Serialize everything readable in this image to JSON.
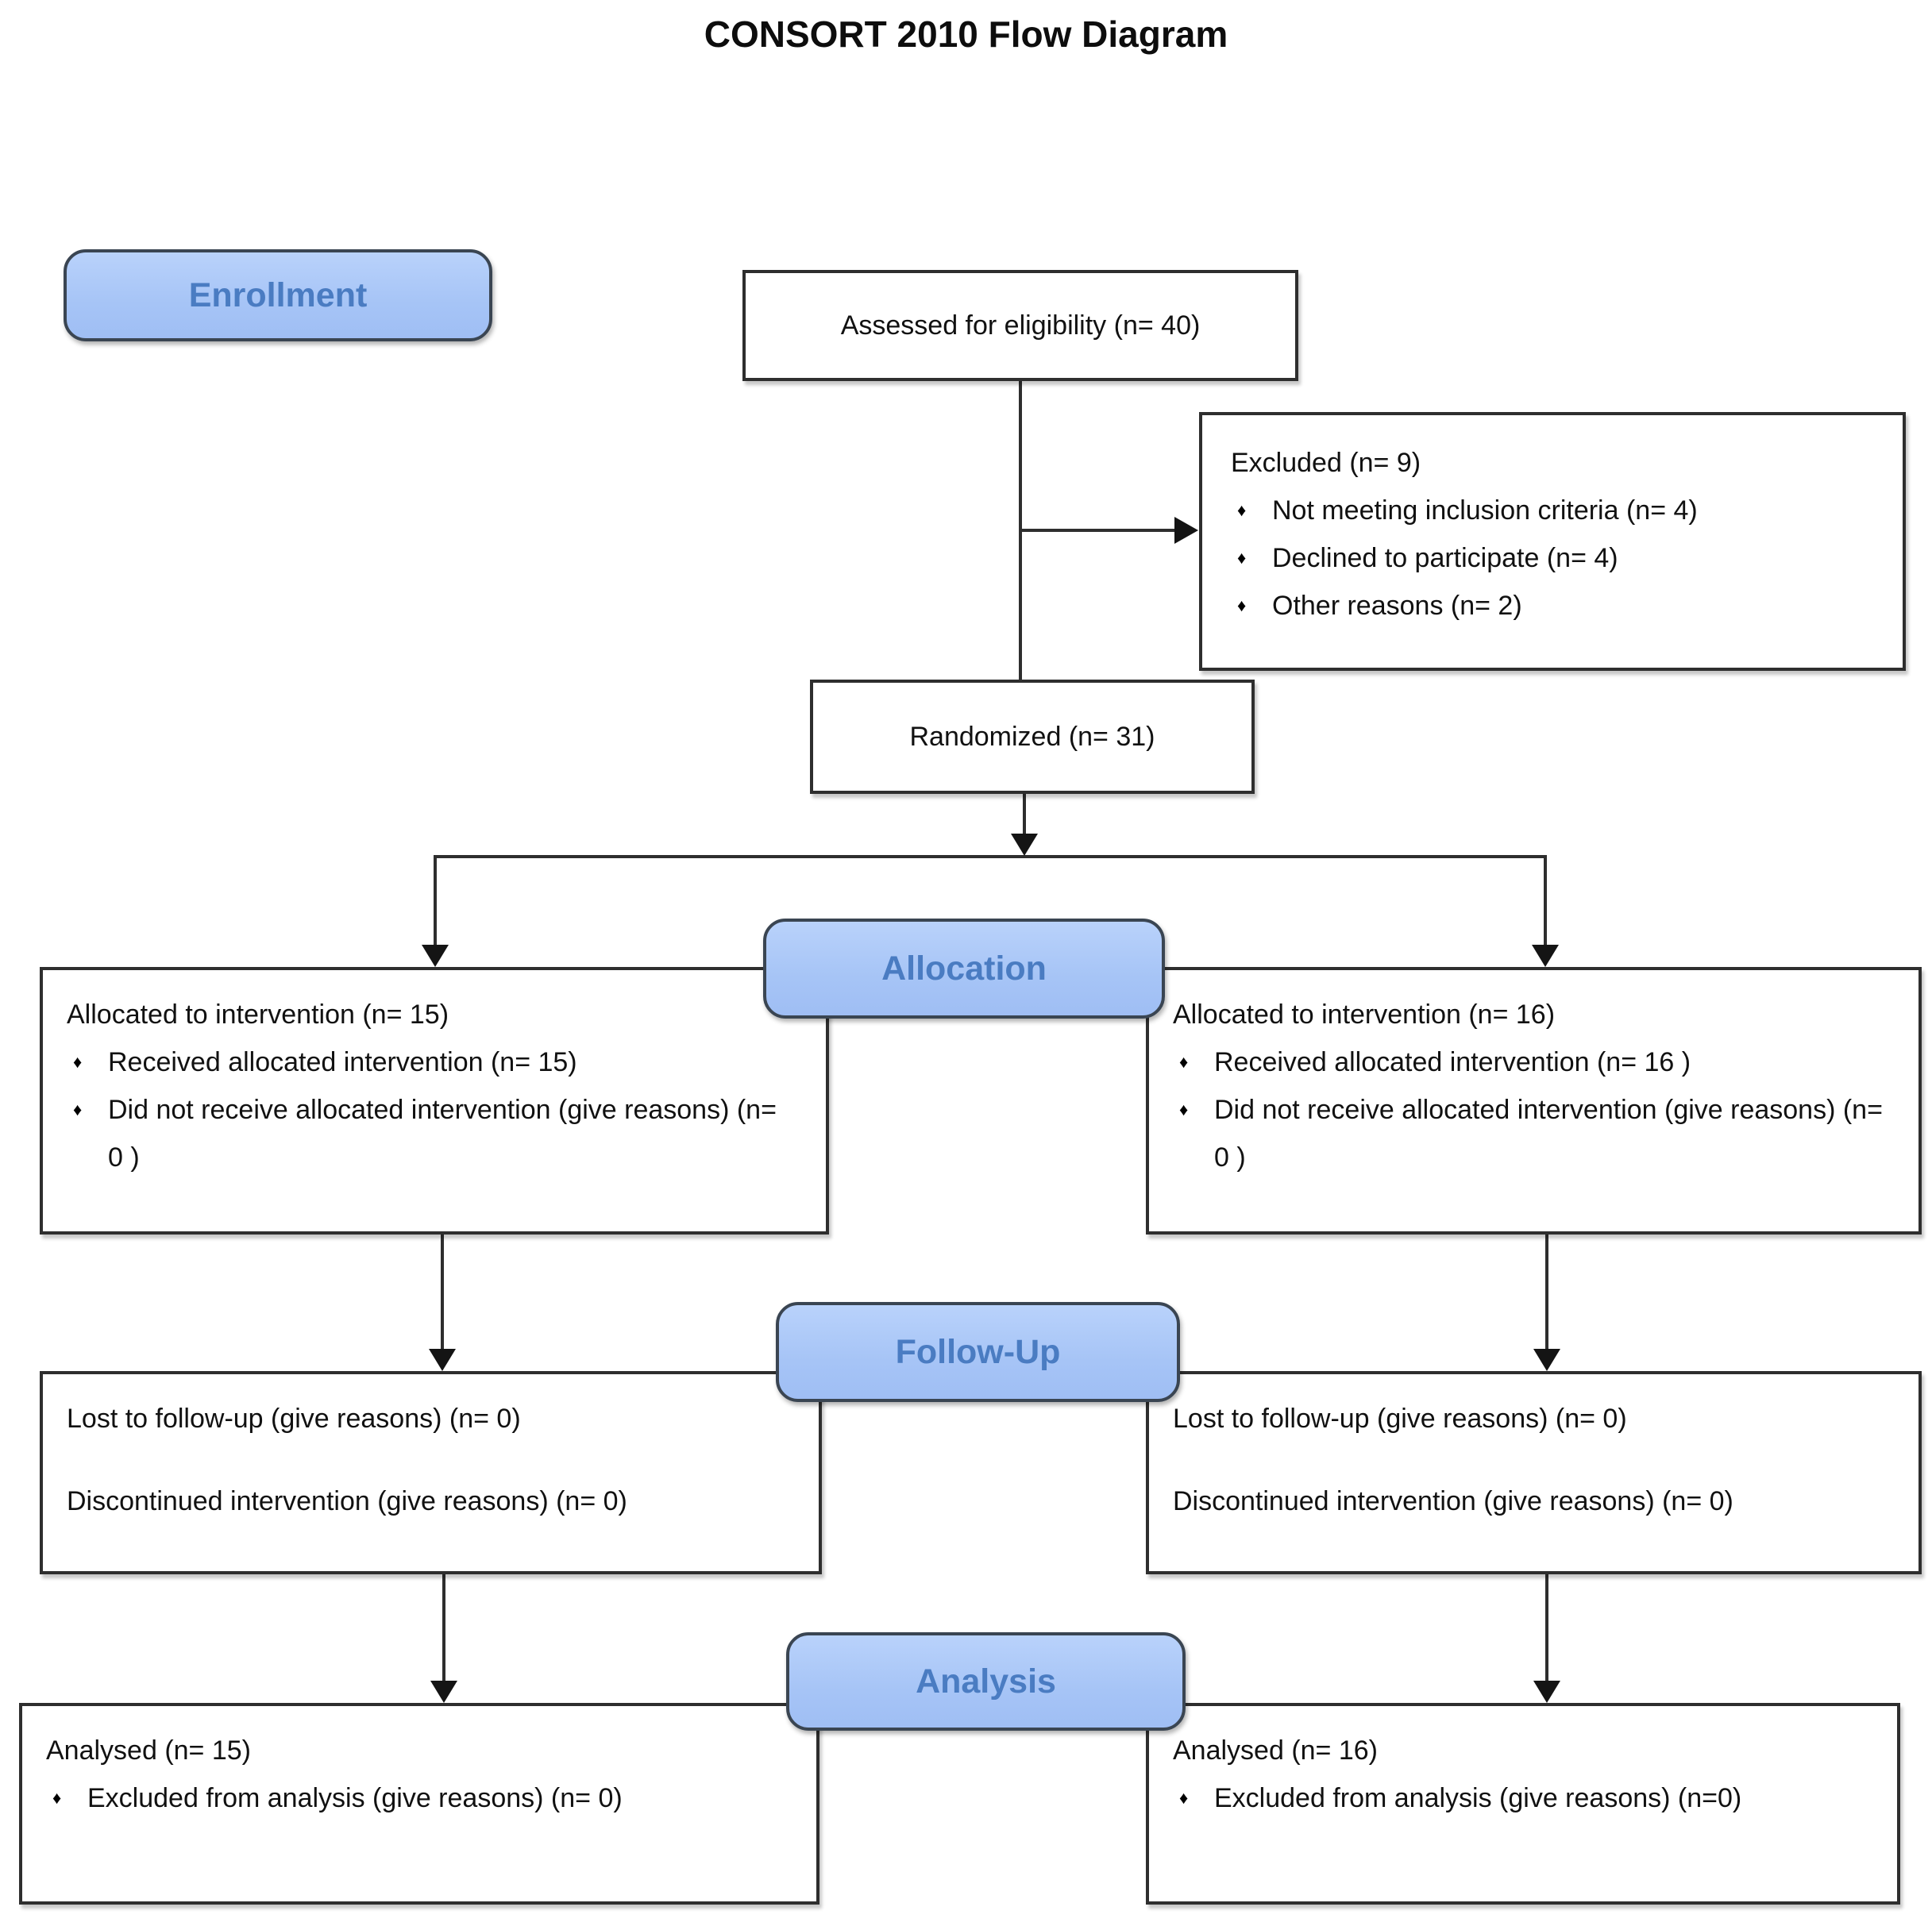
{
  "title": "CONSORT 2010 Flow Diagram",
  "stages": {
    "enrollment": "Enrollment",
    "allocation": "Allocation",
    "follow_up": "Follow-Up",
    "analysis": "Analysis"
  },
  "icons": {
    "bullet": "♦"
  },
  "colors": {
    "stage_fill": "#aac6f7",
    "stage_border": "#3a4552",
    "stage_text": "#4a7cc2",
    "box_border": "#2e2e2e",
    "line": "#2e2e2e",
    "text": "#111111"
  },
  "boxes": {
    "assessed": {
      "text": "Assessed for eligibility (n= 40)"
    },
    "excluded": {
      "title": "Excluded (n= 9)",
      "items": [
        "Not meeting inclusion criteria (n= 4)",
        "Declined to participate (n= 4)",
        "Other reasons (n= 2)"
      ]
    },
    "randomized": {
      "text": "Randomized (n= 31)"
    },
    "allocation_left": {
      "title": "Allocated to intervention (n= 15)",
      "items": [
        "Received allocated intervention (n= 15)",
        "Did not receive allocated intervention (give reasons) (n= 0 )"
      ]
    },
    "allocation_right": {
      "title": "Allocated to intervention (n= 16)",
      "items": [
        "Received allocated intervention (n= 16 )",
        "Did not receive allocated intervention (give reasons) (n= 0 )"
      ]
    },
    "follow_up_left": {
      "lines": [
        "Lost to follow-up (give reasons) (n= 0)",
        "Discontinued intervention (give reasons) (n= 0)"
      ]
    },
    "follow_up_right": {
      "lines": [
        "Lost to follow-up (give reasons) (n= 0)",
        "Discontinued intervention (give reasons) (n= 0)"
      ]
    },
    "analysis_left": {
      "title": "Analysed (n= 15)",
      "items": [
        "Excluded from analysis (give reasons) (n= 0)"
      ]
    },
    "analysis_right": {
      "title": "Analysed (n= 16)",
      "items": [
        "Excluded from analysis (give reasons) (n=0)"
      ]
    }
  }
}
